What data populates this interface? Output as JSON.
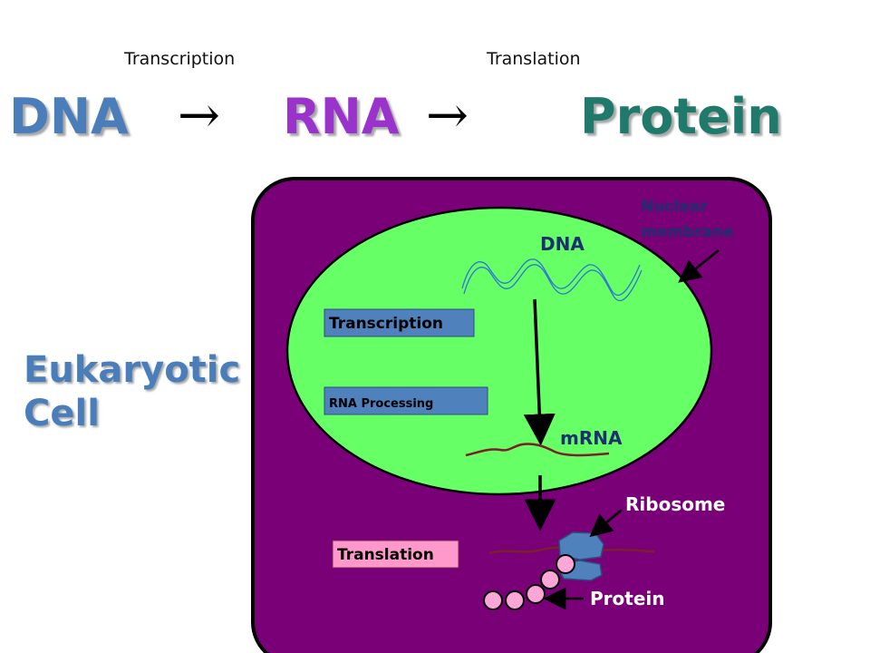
{
  "header": {
    "transcription_label": "Transcription",
    "translation_label": "Translation",
    "dna": "DNA",
    "arrow": "→",
    "rna": "RNA",
    "protein": "Protein"
  },
  "side_title": {
    "line1": "Eukaryotic",
    "line2": "Cell"
  },
  "cell": {
    "nuclear_membrane_line1": "Nuclear",
    "nuclear_membrane_line2": "membrane",
    "dna_label": "DNA",
    "mrna_label": "mRNA",
    "ribosome_label": "Ribosome",
    "protein_label": "Protein",
    "box_transcription": "Transcription",
    "box_rna_processing": "RNA Processing",
    "box_translation": "Translation"
  },
  "colors": {
    "dna": "#4A7EBB",
    "rna": "#9933CC",
    "protein": "#1F7A6B",
    "cytoplasm": "#7A0078",
    "nucleus": "#66FF66",
    "box_blue": "#4F81BD",
    "box_pink": "#FF99CC",
    "ribosome": "#4F81BD",
    "amino_acid": "#FFA6D9",
    "mrna_strand": "#7A1F2B",
    "euk_title": "#4A7EBB"
  }
}
